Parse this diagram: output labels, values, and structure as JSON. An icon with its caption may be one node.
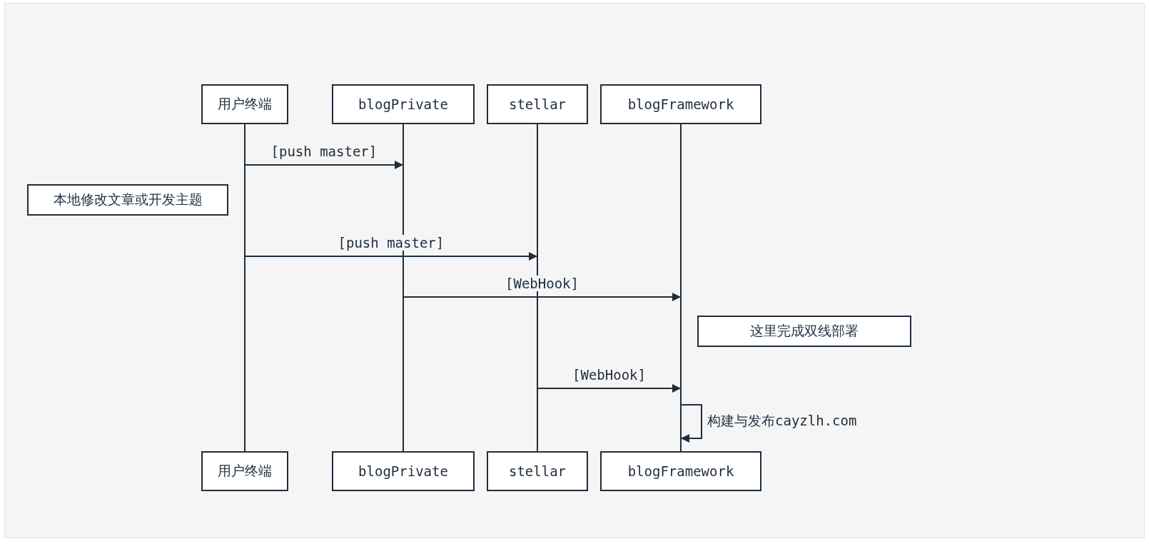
{
  "diagram": {
    "nodes": [
      {
        "text": [
          "用户终端"
        ]
      },
      {
        "text": [
          "blogPrivate"
        ]
      },
      {
        "text": [
          "stellar"
        ]
      },
      {
        "text": [
          "blogFramework"
        ]
      },
      {
        "text": [],
        "shape": "line"
      },
      {
        "text": [],
        "shape": "line"
      },
      {
        "text": [],
        "shape": "line"
      },
      {
        "text": [],
        "shape": "line"
      },
      {
        "text": [
          "用户终端"
        ]
      },
      {
        "text": [
          "blogPrivate"
        ]
      },
      {
        "text": [
          "stellar"
        ]
      },
      {
        "text": [
          "blogFramework"
        ]
      },
      {
        "text": [
          "本地修改文章或开发主题"
        ]
      },
      {
        "text": [
          "这里完成双线部署"
        ]
      }
    ],
    "edges": [
      {
        "from": 4,
        "to": 5,
        "arrow": "to",
        "label": "[push master]"
      },
      {
        "from": 4,
        "to": 6,
        "arrow": "to",
        "label": "[push master]"
      },
      {
        "from": 5,
        "to": 7,
        "arrow": "to",
        "label": "[WebHook]"
      },
      {
        "from": 6,
        "to": 7,
        "arrow": "to",
        "label": "[WebHook]"
      },
      {
        "from": 7,
        "to": 7,
        "arrow": "to",
        "label": "构建与发布cayzlh.com"
      }
    ]
  }
}
